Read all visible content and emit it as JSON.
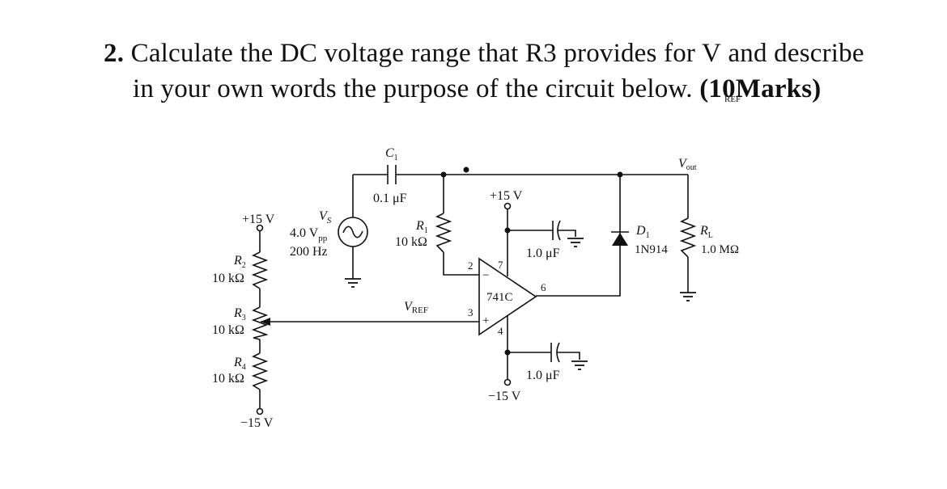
{
  "question": {
    "number": "2.",
    "line1_pre": "Calculate the DC voltage range that R3 provides for V",
    "vref_sub": "REF",
    "line1_post": "and describe",
    "line2_pre": "in your own words the purpose of the circuit below.",
    "marks": "(10Marks)"
  },
  "circuit": {
    "c1_label": "C",
    "c1_sub": "1",
    "c1_value": "0.1 μF",
    "vs_label": "V",
    "vs_sub": "S",
    "vs_amp": "4.0 V",
    "vs_amp_sub": "pp",
    "vs_freq": "200 Hz",
    "r1_label": "R",
    "r1_sub": "1",
    "r1_value": "10 kΩ",
    "vplus_left": "+15 V",
    "vminus_left": "−15 V",
    "r2_label": "R",
    "r2_sub": "2",
    "r2_value": "10 kΩ",
    "r3_label": "R",
    "r3_sub": "3",
    "r3_value": "10 kΩ",
    "r4_label": "R",
    "r4_sub": "4",
    "r4_value": "10 kΩ",
    "vref_label": "V",
    "vref_sub": "REF",
    "opamp_top_supply": "+15 V",
    "opamp_bottom_supply": "−15 V",
    "opamp_name": "741C",
    "pin2": "2",
    "pin3": "3",
    "pin4": "4",
    "pin6": "6",
    "pin7": "7",
    "minus_sign": "−",
    "plus_sign": "+",
    "cap_top_value": "1.0 μF",
    "cap_bottom_value": "1.0 μF",
    "d1_label": "D",
    "d1_sub": "1",
    "d1_part": "1N914",
    "vout_label": "V",
    "vout_sub": "out",
    "rl_label": "R",
    "rl_sub": "L",
    "rl_value": "1.0 MΩ"
  }
}
